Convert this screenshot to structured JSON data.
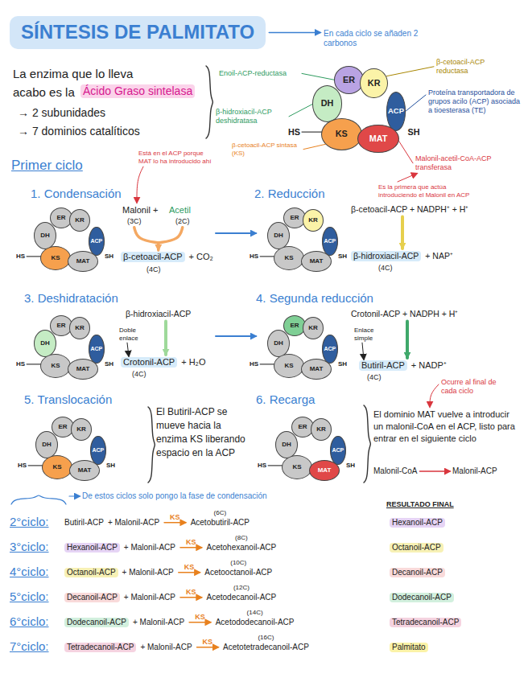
{
  "diagram": {
    "title": "SÍNTESIS DE PALMITATO",
    "nodes": [
      {
        "text": [
          "ER"
        ]
      },
      {
        "text": [
          "KR"
        ]
      },
      {
        "text": [
          "DH"
        ]
      },
      {
        "text": [
          "ACP"
        ]
      },
      {
        "text": [
          "KS"
        ]
      },
      {
        "text": [
          "MAT"
        ]
      },
      {
        "text": [
          "ER"
        ]
      },
      {
        "text": [
          "KR"
        ]
      },
      {
        "text": [
          "DH"
        ]
      },
      {
        "text": [
          "ACP"
        ]
      },
      {
        "text": [
          "KS"
        ]
      },
      {
        "text": [
          "MAT"
        ]
      },
      {
        "text": [
          "ER"
        ]
      },
      {
        "text": [
          "KR"
        ]
      },
      {
        "text": [
          "DH"
        ]
      },
      {
        "text": [
          "ACP"
        ]
      },
      {
        "text": [
          "KS"
        ]
      },
      {
        "text": [
          "MAT"
        ]
      },
      {
        "text": [
          "ER"
        ]
      },
      {
        "text": [
          "KR"
        ]
      },
      {
        "text": [
          "DH"
        ]
      },
      {
        "text": [
          "ACP"
        ]
      },
      {
        "text": [
          "KS"
        ]
      },
      {
        "text": [
          "MAT"
        ]
      },
      {
        "text": [
          "ER"
        ]
      },
      {
        "text": [
          "KR"
        ]
      },
      {
        "text": [
          "DH"
        ]
      },
      {
        "text": [
          "ACP"
        ]
      },
      {
        "text": [
          "KS"
        ]
      },
      {
        "text": [
          "MAT"
        ]
      },
      {
        "text": [
          "ER"
        ]
      },
      {
        "text": [
          "KR"
        ]
      },
      {
        "text": [
          "DH"
        ]
      },
      {
        "text": [
          "ACP"
        ]
      },
      {
        "text": [
          "KS"
        ]
      },
      {
        "text": [
          "MAT"
        ]
      },
      {
        "text": [
          "ER"
        ]
      },
      {
        "text": [
          "KR"
        ]
      },
      {
        "text": [
          "DH"
        ]
      },
      {
        "text": [
          "ACP"
        ]
      },
      {
        "text": [
          "KS"
        ]
      },
      {
        "text": [
          "MAT"
        ]
      }
    ],
    "labels": [
      "En cada ciclo se añaden 2 carbonos",
      "La enzima que lo lleva acabo es la",
      "Ácido Graso sintelasa",
      "→ 2 subunidades",
      "→ 7 dominios catalíticos",
      "Enoil-ACP-reductasa",
      "β-hidroxiacil-ACP deshidratasa",
      "β-cetoacil-ACP sintasa (KS)",
      "β-cetoacil-ACP reductasa",
      "Proteína transportadora de grupos acilo (ACP) asociada a tioesterasa (TE)",
      "Malonil-acetil-CoA-ACP transferasa",
      "Es la primera que actúa introduciendo el Malonil en ACP",
      "HS",
      "SH",
      "Primer ciclo",
      "Está en el ACP porque MAT lo ha introducido ahí",
      "1. Condensación",
      "HS",
      "SH",
      "Malonil +",
      "Acetil",
      "(3C)",
      "(2C)",
      "β-cetoacil-ACP",
      "+ CO₂",
      "(4C)",
      "2. Reducción",
      "HS",
      "SH",
      "β-cetoacil-ACP + NADPH⁺ + H⁺",
      "β-hidroxiacil-ACP",
      "+ NAP⁺",
      "(4C)",
      "3. Deshidratación",
      "HS",
      "SH",
      "β-hidroxiacil-ACP",
      "Doble enlace",
      "Crotonil-ACP",
      "+ H₂O",
      "(4C)",
      "4. Segunda reducción",
      "HS",
      "SH",
      "Crotonil-ACP + NADPH + H⁺",
      "Enlace simple",
      "Butiril-ACP",
      "+ NADP⁺",
      "(4C)",
      "5. Translocación",
      "HS",
      "SH",
      "El Butiril-ACP se mueve hacia la enzima KS liberando espacio en la ACP",
      "6. Recarga",
      "HS",
      "SH",
      "Ocurre al final de cada ciclo",
      "El dominio MAT vuelve a introducir un malonil-CoA en el ACP, listo para entrar en el siguiente ciclo",
      "Malonil-CoA",
      "Malonil-ACP",
      "De estos ciclos solo pongo la fase de condensación",
      "RESULTADO FINAL",
      "2°ciclo:",
      "Butiril-ACP",
      "+ Malonil-ACP",
      "KS",
      "Acetobutiril-ACP",
      "(6C)",
      "Hexanoil-ACP",
      "3°ciclo:",
      "Hexanoil-ACP",
      "+ Malonil-ACP",
      "KS",
      "Acetohexanoil-ACP",
      "(8C)",
      "Octanoil-ACP",
      "4°ciclo:",
      "Octanoil-ACP",
      "+ Malonil-ACP",
      "KS",
      "Acetooctanoil-ACP",
      "(10C)",
      "Decanoil-ACP",
      "5°ciclo:",
      "Decanoil-ACP",
      "+ Malonil-ACP",
      "KS",
      "Acetodecanoil-ACP",
      "(12C)",
      "Dodecanoil-ACP",
      "6°ciclo:",
      "Dodecanoil-ACP",
      "+ Malonil-ACP",
      "KS",
      "Acetododecanoil-ACP",
      "(14C)",
      "Tetradecanoil-ACP",
      "7°ciclo:",
      "Tetradecanoil-ACP",
      "+ Malonil-ACP",
      "KS",
      "Acetotetradecanoil-ACP",
      "(16C)",
      "Palmitato"
    ]
  }
}
